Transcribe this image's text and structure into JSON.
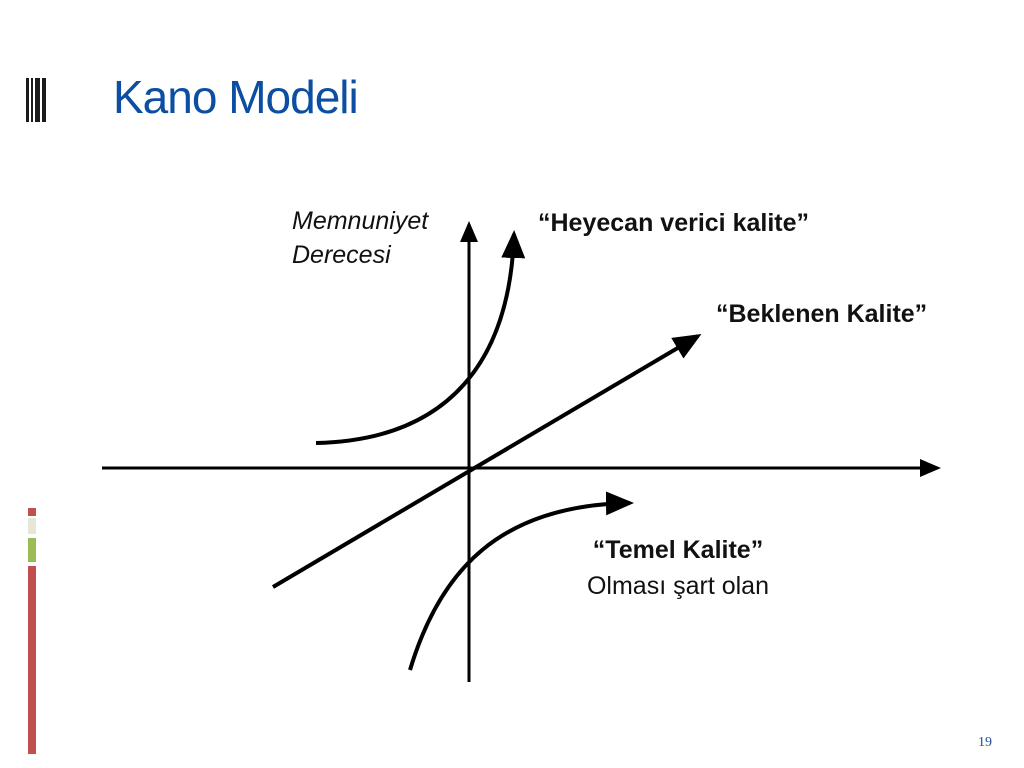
{
  "slide": {
    "title": "Kano Modeli",
    "page_number": "19"
  },
  "diagram": {
    "y_axis_label": [
      "Memnuniyet",
      "Derecesi"
    ],
    "curves": {
      "excitement": {
        "label": "“Heyecan verici kalite”"
      },
      "performance": {
        "label": "“Beklenen Kalite”"
      },
      "basic": {
        "label": "“Temel Kalite”",
        "sublabel": "Olması şart olan"
      }
    }
  },
  "colors": {
    "title": "#0b4ea2",
    "line": "#000000",
    "accent_red": "#c0504d",
    "accent_green": "#9bbb59",
    "accent_beige": "#e6e6d6"
  }
}
